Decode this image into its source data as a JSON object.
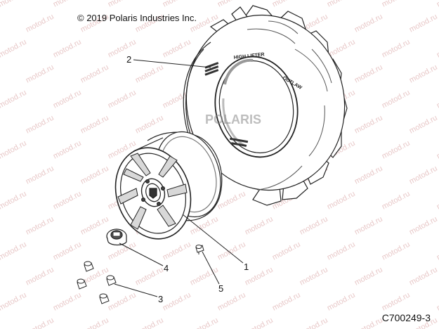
{
  "copyright": "© 2019 Polaris Industries Inc.",
  "figure_id": "C700249-3",
  "watermark": "motod.ru",
  "tire": {
    "brand_text": "POLARIS",
    "sidewall_text_1": "HIGH LIFTER",
    "sidewall_text_2": "OUTLAW"
  },
  "callouts": [
    {
      "number": "1",
      "part": "wheel"
    },
    {
      "number": "2",
      "part": "tire"
    },
    {
      "number": "3",
      "part": "lug-nuts"
    },
    {
      "number": "4",
      "part": "center-cap"
    },
    {
      "number": "5",
      "part": "valve-stem"
    }
  ],
  "colors": {
    "line": "#222222",
    "watermark": "#e8c8c8",
    "fill": "#ffffff",
    "shade": "#d8d8d8"
  }
}
